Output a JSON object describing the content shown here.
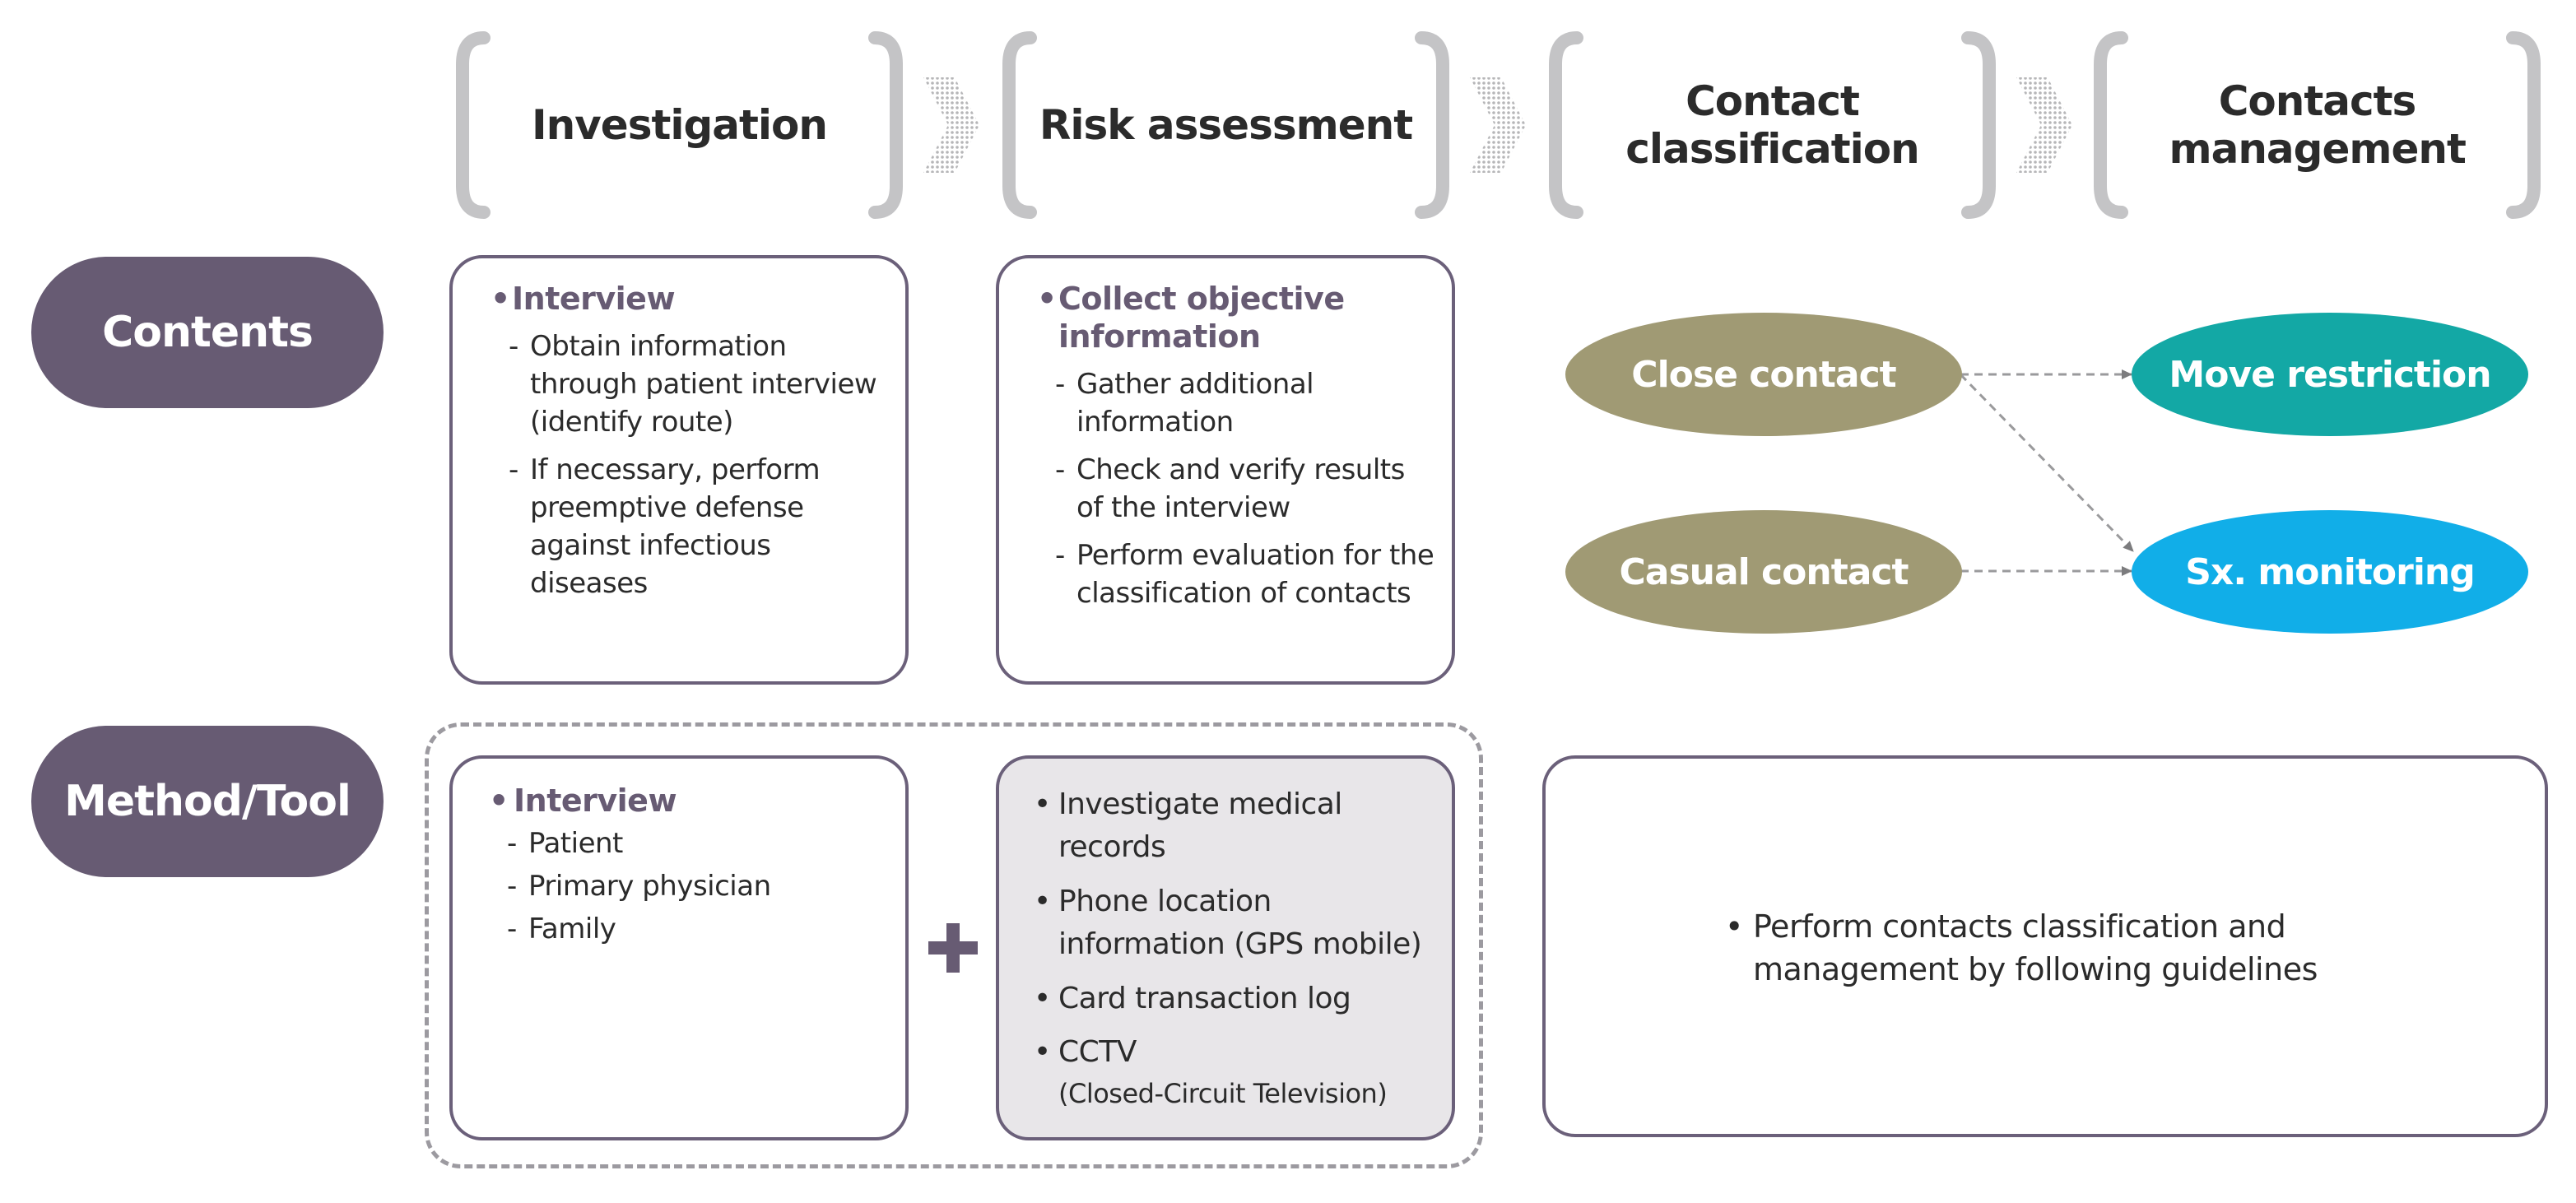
{
  "stages": [
    {
      "label": "Investigation"
    },
    {
      "label": "Risk assessment"
    },
    {
      "label": "Contact classification"
    },
    {
      "label": "Contacts management"
    }
  ],
  "rows": {
    "contents": "Contents",
    "method": "Method/Tool"
  },
  "contents": {
    "investigation": {
      "heading": "Interview",
      "items": [
        "Obtain information through patient interview (identify route)",
        "If necessary, perform preemptive defense against infectious diseases"
      ]
    },
    "risk": {
      "heading": "Collect objective information",
      "items": [
        "Gather additional information",
        "Check and verify results of the interview",
        "Perform evaluation for the classification of contacts"
      ]
    },
    "classification": {
      "close_contact": "Close contact",
      "casual_contact": "Casual contact",
      "move_restriction": "Move restriction",
      "sx_monitoring": "Sx. monitoring"
    }
  },
  "method": {
    "interview": {
      "heading": "Interview",
      "items": [
        "Patient",
        "Primary physician",
        "Family"
      ]
    },
    "tools": [
      "Investigate medical records",
      "Phone location information (GPS mobile)",
      "Card transaction log",
      "CCTV"
    ],
    "cctv_note": "(Closed-Circuit Television)",
    "guideline": "Perform contacts classification and management by following guidelines"
  },
  "colors": {
    "row_label": "#675b73",
    "box_border": "#6b607a",
    "olive": "#a09a74",
    "teal": "#13a8a5",
    "blue": "#11aee8",
    "bracket": "#c4c4c6",
    "tools_bg": "#e8e6e9"
  },
  "icons": [
    "chevron-arrow-icon",
    "plus-icon",
    "dashed-arrow-icon"
  ]
}
